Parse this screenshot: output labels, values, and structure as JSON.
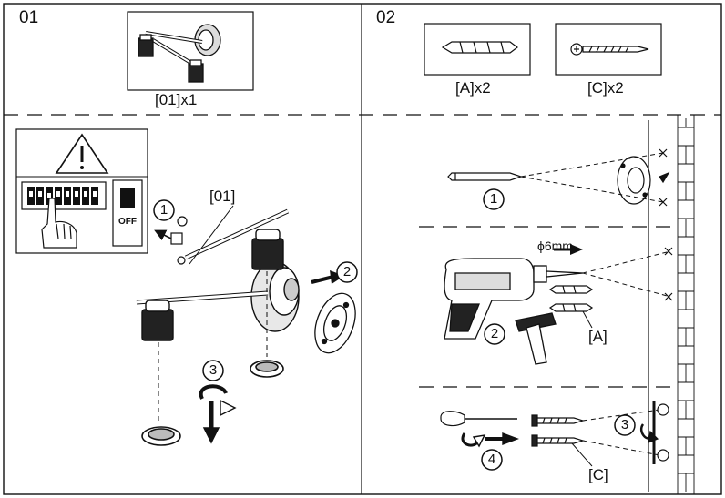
{
  "sections": [
    {
      "id": "01",
      "part_caption": "[01]x1",
      "callout": "[01]",
      "steps": [
        "1",
        "2",
        "3"
      ]
    },
    {
      "id": "02",
      "parts": [
        {
          "caption": "[A]x2"
        },
        {
          "caption": "[C]x2"
        }
      ],
      "steps": [
        "1",
        "2",
        "3",
        "4"
      ],
      "drill_label": "ϕ6mm",
      "callout_a": "[A]",
      "callout_c": "[C]"
    }
  ],
  "breaker_label": "OFF",
  "icons": [
    "warning-icon",
    "breaker-panel-icon",
    "hand-icon",
    "drill-icon",
    "hammer-icon",
    "screwdriver-icon",
    "pencil-icon",
    "wall-plug-icon",
    "screw-icon",
    "arrow-icon"
  ]
}
